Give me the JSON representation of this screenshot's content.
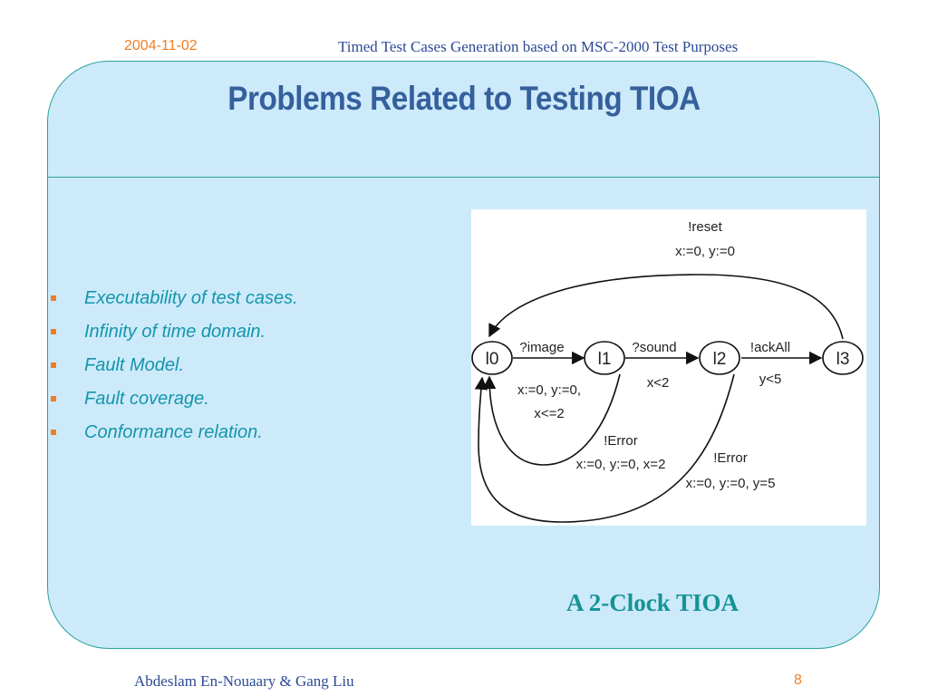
{
  "header": {
    "date": "2004-11-02",
    "title": "Timed Test Cases Generation based on MSC-2000 Test Purposes"
  },
  "slide": {
    "title": "Problems Related to Testing TIOA",
    "bullets": [
      "Executability of test cases.",
      "Infinity of time domain.",
      "Fault Model.",
      "Fault coverage.",
      "Conformance relation."
    ]
  },
  "figure": {
    "caption": "A 2-Clock TIOA",
    "states": [
      "l0",
      "l1",
      "l2",
      "l3"
    ],
    "labels": {
      "reset_action": "!reset",
      "reset_update": "x:=0, y:=0",
      "image_action": "?image",
      "image_update": "x:=0, y:=0,",
      "image_guard": "x<=2",
      "sound_action": "?sound",
      "sound_guard": "x<2",
      "ackall_action": "!ackAll",
      "ackall_guard": "y<5",
      "error1_action": "!Error",
      "error1_update": "x:=0, y:=0, x=2",
      "error2_action": "!Error",
      "error2_update": "x:=0, y:=0, y=5"
    }
  },
  "footer": {
    "authors": "Abdeslam En-Nouaary & Gang Liu",
    "page": "8"
  },
  "colors": {
    "panel_bg": "#cdeafb",
    "panel_border": "#2aa39a",
    "title": "#35609c",
    "bullet_text": "#1496aa",
    "bullet_marker": "#f07e24",
    "caption": "#149494"
  }
}
